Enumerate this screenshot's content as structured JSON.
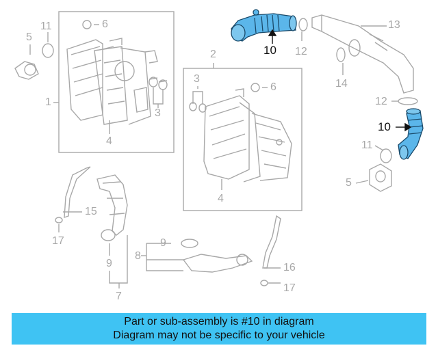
{
  "colors": {
    "highlight": "#3fc3f3",
    "part_outline": "#a8a8a8",
    "highlight_part": "#5bb6ea"
  },
  "callouts": {
    "c10a": "10",
    "c10b": "10",
    "c11a": "11",
    "c11b": "11",
    "c12a": "12",
    "c12b": "12",
    "c13": "13",
    "c14": "14",
    "c5a": "5",
    "c5b": "5",
    "c6a": "6",
    "c6b": "6",
    "c1": "1",
    "c2": "2",
    "c3a": "3",
    "c3b": "3",
    "c4a": "4",
    "c4b": "4",
    "c15": "15",
    "c16": "16",
    "c17a": "17",
    "c17b": "17",
    "c7": "7",
    "c8": "8",
    "c9a": "9",
    "c9b": "9"
  },
  "banner": {
    "line1": "Part or sub-assembly is #10 in diagram",
    "line2": "Diagram may not be specific to your vehicle"
  }
}
